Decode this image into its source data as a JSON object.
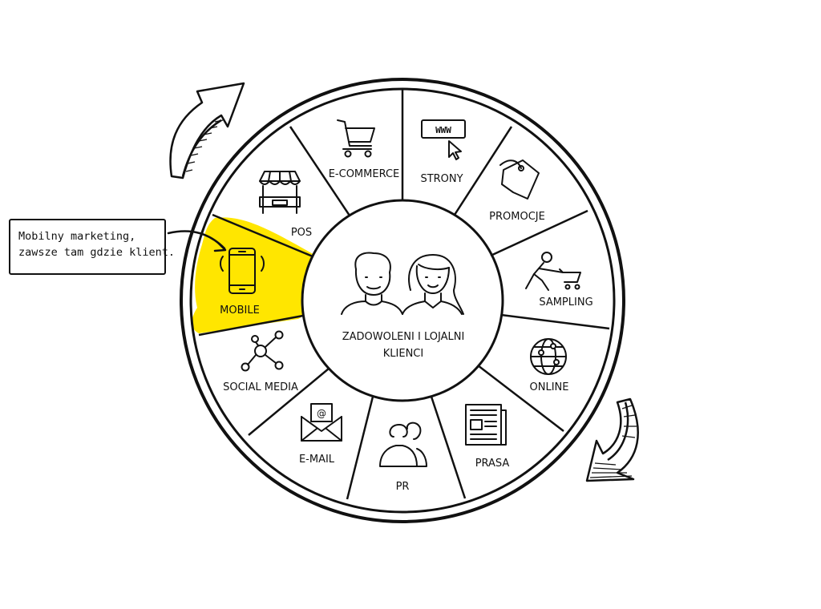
{
  "center": {
    "line1": "ZADOWOLENI I LOJALNI",
    "line2": "KLIENCI"
  },
  "segments": {
    "ecommerce": "E-COMMERCE",
    "strony": "STRONY",
    "promocje": "PROMOCJE",
    "sampling": "SAMPLING",
    "online": "ONLINE",
    "prasa": "PRASA",
    "pr": "PR",
    "email": "E-MAIL",
    "social": "SOCIAL MEDIA",
    "mobile": "MOBILE",
    "pos": "POS"
  },
  "callout": {
    "line1": "Mobilny marketing,",
    "line2": "zawsze tam gdzie klient."
  },
  "icons": {
    "ecommerce": "shopping-cart-icon",
    "strony": "www-cursor-icon",
    "promocje": "price-tag-icon",
    "sampling": "person-pushing-cart-icon",
    "online": "globe-network-icon",
    "prasa": "newspaper-icon",
    "pr": "people-icon",
    "email": "envelope-at-icon",
    "social": "network-nodes-icon",
    "mobile": "smartphone-icon",
    "pos": "market-stall-icon",
    "center": "man-and-woman-icon"
  },
  "colors": {
    "highlight": "#FFE600",
    "ink": "#111111"
  }
}
